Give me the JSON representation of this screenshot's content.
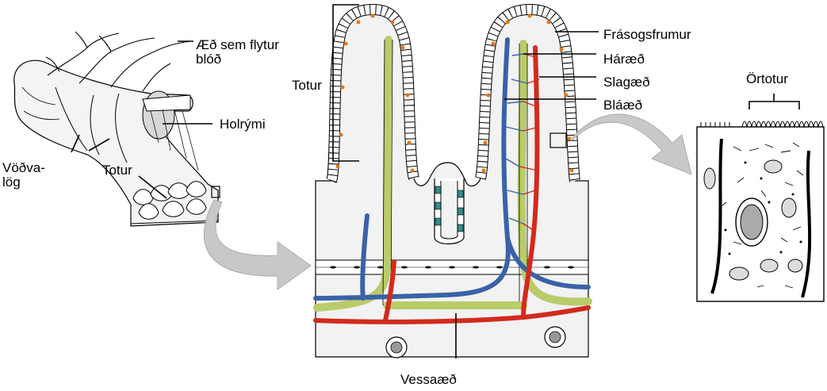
{
  "labels": {
    "blood_vessel": "Æð sem flytur\nblóð",
    "lumen": "Holrými",
    "muscle_layers": "Vöðva-\nlög",
    "villus_left": "Totur",
    "villus_center": "Totur",
    "absorptive_cells": "Frásogsfrumur",
    "capillary": "Háræð",
    "artery": "Slagæð",
    "vein": "Bláæð",
    "microvilli": "Örtotur",
    "lymph_vessel": "Vessaæð"
  },
  "colors": {
    "artery": "#d32a1e",
    "vein": "#3a62a8",
    "lymph": "#b9cc6a",
    "nucleus": "#e07818",
    "goblet_teal": "#2f8f8f",
    "arrow_gray": "#c8c8c8",
    "tissue_fill": "#f2f2f2"
  }
}
